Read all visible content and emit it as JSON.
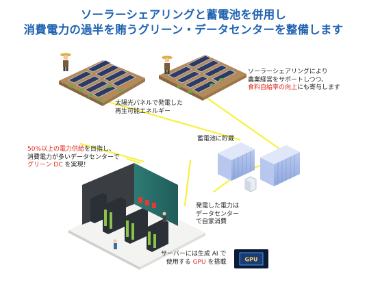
{
  "title": {
    "line1": "ソーラーシェアリングと蓄電池を併用し",
    "line2": "消費電力の過半を賄うグリーン・データセンターを整備します"
  },
  "notes": {
    "solar_sharing": {
      "line1": "ソーラーシェアリングにより",
      "line2": "農業経営をサポートしつつ、",
      "line3_red": "食料自給率の向上",
      "line3_rest": "にも寄与します"
    },
    "solar_power": {
      "line1": "太陽光パネルで発電した",
      "line2": "再生可能エネルギー"
    },
    "battery": "蓄電池に貯蔵",
    "green_dc": {
      "line1_red": "50%以上の電力供給",
      "line1_rest": "を目指し、",
      "line2": "消費電力が多いデータセンターで",
      "line3_red": "グリーン DC",
      "line3_rest": " を実現！"
    },
    "self_consumption": {
      "line1": "発電した電力は",
      "line2": "データセンター",
      "line3": "で自家消費"
    },
    "server": {
      "line1": "サーバーには生成 AI で",
      "line2_pre": "使用する ",
      "line2_red": "GPU",
      "line2_post": " を搭載"
    }
  },
  "gpu_chip_label": "GPU",
  "colors": {
    "title_blue": "#1f63b0",
    "highlight_red": "#e2231a",
    "power_line_yellow": "#f6f23a",
    "battery_blue": "#9fb6e6"
  }
}
